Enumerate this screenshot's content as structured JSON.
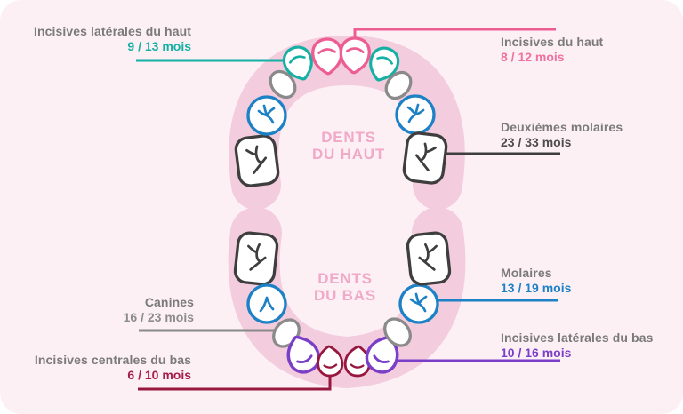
{
  "colors": {
    "page_bg": "#fdf0f5",
    "arch_band": "#f3ccdd",
    "arch_title": "#f0a9c6",
    "label_title": "#7a7a7a",
    "pink": "#ec5e92",
    "pink_value": "#f0719f",
    "teal": "#14b0a5",
    "gray": "#8a8a8a",
    "gray_value": "#8c8c8c",
    "blue": "#1d81c6",
    "dark": "#3e3e3e",
    "dark_value": "#4d4d4d",
    "purple": "#7b3ec9",
    "crimson": "#97173f",
    "crimson_value": "#a51d4d"
  },
  "arch_titles": {
    "upper": "DENTS\nDU HAUT",
    "lower": "DENTS\nDU BAS"
  },
  "labels": {
    "upper_lateral": {
      "title": "Incisives latérales du haut",
      "value": "9 / 13 mois"
    },
    "upper_central": {
      "title": "Incisives du haut",
      "value": "8 / 12 mois"
    },
    "upper_second_molar": {
      "title": "Deuxièmes molaires",
      "value": "23 / 33 mois"
    },
    "lower_first_molar": {
      "title": "Molaires",
      "value": "13 / 19 mois"
    },
    "lower_lateral": {
      "title": "Incisives latérales du bas",
      "value": "10 / 16 mois"
    },
    "lower_canine": {
      "title": "Canines",
      "value": "16 / 23 mois"
    },
    "lower_central": {
      "title": "Incisives centrales du bas",
      "value": "6 / 10 mois"
    }
  }
}
